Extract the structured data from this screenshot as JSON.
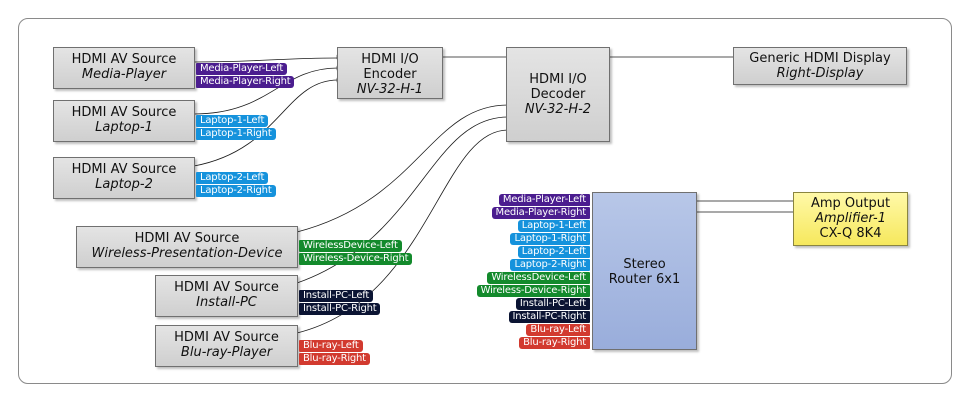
{
  "colors": {
    "media": "#4b1d8f",
    "laptop": "#1592dc",
    "wireless": "#138a2c",
    "install": "#0b1433",
    "bluray": "#d23a2f",
    "wire": "#1a1a1a"
  },
  "sources": {
    "media_player": {
      "title": "HDMI AV Source",
      "name": "Media-Player",
      "left": "Media-Player-Left",
      "right": "Media-Player-Right"
    },
    "laptop1": {
      "title": "HDMI AV Source",
      "name": "Laptop-1",
      "left": "Laptop-1-Left",
      "right": "Laptop-1-Right"
    },
    "laptop2": {
      "title": "HDMI AV Source",
      "name": "Laptop-2",
      "left": "Laptop-2-Left",
      "right": "Laptop-2-Right"
    },
    "wireless": {
      "title": "HDMI AV Source",
      "name": "Wireless-Presentation-Device",
      "left": "WirelessDevice-Left",
      "right": "Wireless-Device-Right"
    },
    "install_pc": {
      "title": "HDMI AV Source",
      "name": "Install-PC",
      "left": "Install-PC-Left",
      "right": "Install-PC-Right"
    },
    "bluray": {
      "title": "HDMI AV Source",
      "name": "Blu-ray-Player",
      "left": "Blu-ray-Left",
      "right": "Blu-ray-Right"
    }
  },
  "encoder": {
    "line1": "HDMI I/O",
    "line2": "Encoder",
    "name": "NV-32-H-1"
  },
  "decoder": {
    "line1": "HDMI I/O",
    "line2": "Decoder",
    "name": "NV-32-H-2"
  },
  "display": {
    "title": "Generic HDMI Display",
    "name": "Right-Display"
  },
  "router": {
    "line1": "Stereo",
    "line2": "Router 6x1",
    "inputs": [
      "Media-Player-Left",
      "Media-Player-Right",
      "Laptop-1-Left",
      "Laptop-1-Right",
      "Laptop-2-Left",
      "Laptop-2-Right",
      "WirelessDevice-Left",
      "Wireless-Device-Right",
      "Install-PC-Left",
      "Install-PC-Right",
      "Blu-ray-Left",
      "Blu-ray-Right"
    ]
  },
  "amp": {
    "line1": "Amp Output",
    "name": "Amplifier-1",
    "model": "CX-Q 8K4"
  }
}
